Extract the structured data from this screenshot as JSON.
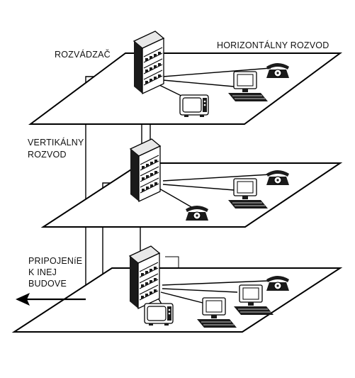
{
  "diagram": {
    "labels": {
      "distributor": "ROZVÁDZAČ",
      "horizontal": "HORIZONTÁLNY ROZVOD",
      "vertical_line1": "VERTIKÁLNY",
      "vertical_line2": "ROZVOD",
      "connection_line1": "PRIPOJENíE",
      "connection_line2": "K INEJ",
      "connection_line3": "BUDOVE"
    }
  }
}
